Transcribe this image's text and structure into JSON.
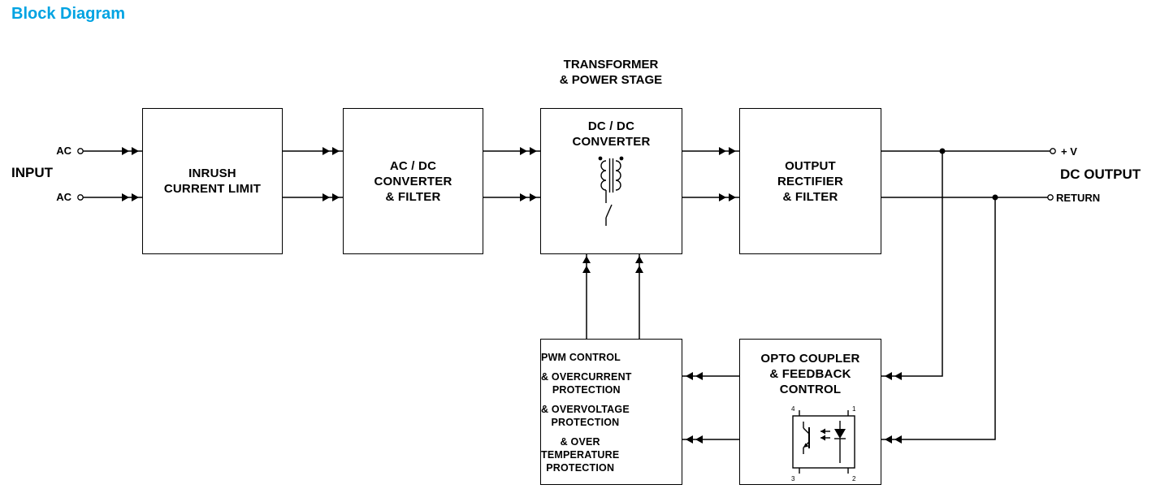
{
  "title": "Block Diagram",
  "accent_color": "#00A3E2",
  "diagram": {
    "stage_label": "TRANSFORMER\n& POWER STAGE",
    "blocks": {
      "inrush": "INRUSH\nCURRENT LIMIT",
      "acdc": "AC / DC\nCONVERTER\n& FILTER",
      "dcdc": "DC / DC\nCONVERTER",
      "output_rect": "OUTPUT\nRECTIFIER\n& FILTER",
      "opto": "OPTO COUPLER\n& FEEDBACK\nCONTROL",
      "pwm_lines": [
        "PWM CONTROL",
        "& OVERCURRENT\nPROTECTION",
        "& OVERVOLTAGE\nPROTECTION",
        "& OVER\nTEMPERATURE\nPROTECTION"
      ]
    },
    "io_labels": {
      "input": "INPUT",
      "ac_top": "AC",
      "ac_bottom": "AC",
      "dc_output": "DC OUTPUT",
      "plus_v": "+ V",
      "return": "RETURN"
    },
    "opto_pins": [
      "4",
      "1",
      "3",
      "2"
    ]
  }
}
